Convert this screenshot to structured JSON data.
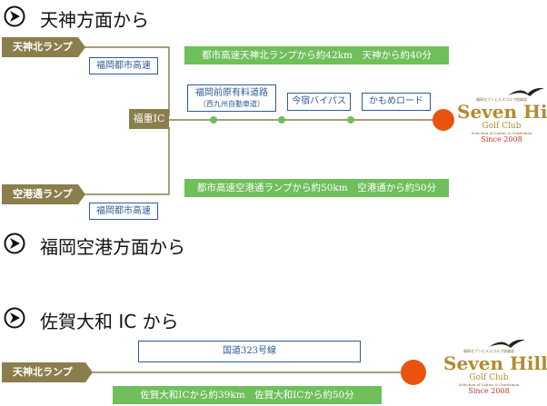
{
  "colors": {
    "line": "#8a7f4c",
    "green_dot": "#6fbf5b",
    "orange_dot": "#e8540f",
    "route_border": "#2e5b96",
    "info_bg": "#6fbf5b",
    "ramp_bg": "#8a7f4c",
    "logo_gold": "#b48a30"
  },
  "sections": [
    {
      "heading": "天神方面から",
      "icon": "arrow-circle-right-icon"
    },
    {
      "heading": "福岡空港方面から",
      "icon": "arrow-circle-right-icon"
    },
    {
      "heading": "佐賀大和 IC から",
      "icon": "arrow-circle-right-icon"
    }
  ],
  "tenjin_route": {
    "ramp_top": "天神北ランプ",
    "ramp_bottom": "空港通ランプ",
    "route_top": "福岡都市高速",
    "route_bottom": "福岡都市高速",
    "ic_label": "福重IC",
    "route_main_line1": "福岡前原有料道路",
    "route_main_line2": "（西九州自動車道）",
    "route_bypass": "今宿バイパス",
    "route_kamome": "かもめロード",
    "info_top": "都市高速天神北ランプから約42km　天神から約40分",
    "info_bottom": "都市高速空港通ランプから約50km　空港通から約50分"
  },
  "saga_route": {
    "ramp": "天神北ランプ",
    "route": "国道323号線",
    "info": "佐賀大和ICから約39km　佐賀大和ICから約50分"
  },
  "logo": {
    "tiny_text": "福岡セブンヒルズゴルフ倶楽部",
    "main": "Seven Hills",
    "sub": "Golf Club",
    "tagline": "Selection of Ladies & Gentlemen",
    "since": "Since 2008"
  }
}
